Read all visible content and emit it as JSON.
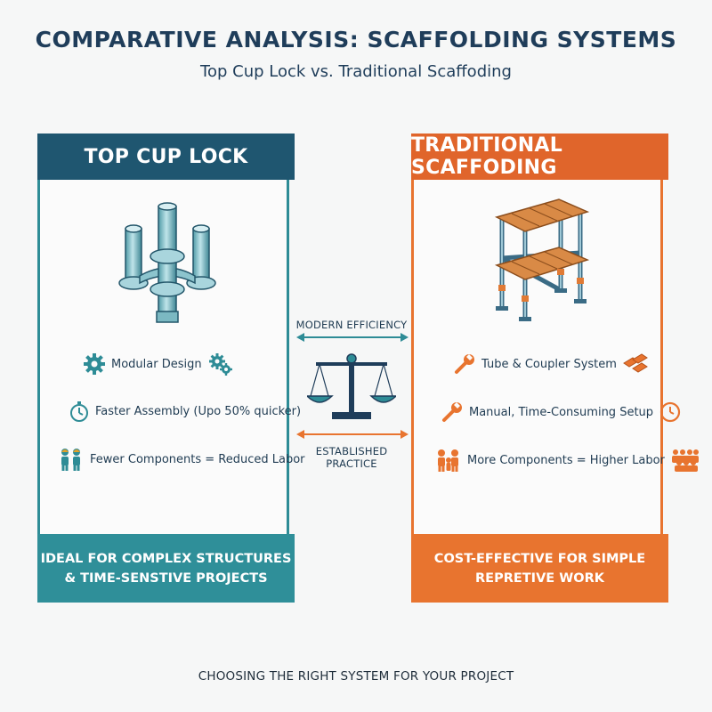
{
  "header": {
    "title": "COMPARATIVE ANALYSIS: SCAFFOLDING SYSTEMS",
    "subtitle": "Top Cup Lock vs. Traditional Scaffoding"
  },
  "left_panel": {
    "title": "TOP CUP LOCK",
    "features": [
      {
        "label": "Modular Design",
        "icon": "gear-icon"
      },
      {
        "label": "Faster Assembly (Upo 50% quicker)",
        "icon": "stopwatch-icon"
      },
      {
        "label": "Fewer Components = Reduced Labor",
        "icon": "workers-icon"
      }
    ],
    "footer_line1": "IDEAL FOR COMPLEX STRUCTURES",
    "footer_line2": "& TIME-SENSTIVE PROJECTS"
  },
  "right_panel": {
    "title": "TRADITIONAL SCAFFODING",
    "features": [
      {
        "label": "Tube & Coupler System",
        "icon": "wrench-icon"
      },
      {
        "label": "Manual, Time-Consuming Setup",
        "icon": "clock-icon"
      },
      {
        "label": "More Components = Higher Labor",
        "icon": "crowd-icon"
      }
    ],
    "footer_line1": "COST-EFFECTIVE FOR SIMPLE",
    "footer_line2": "REPRETIVE WORK"
  },
  "center": {
    "top_label": "MODERN EFFICIENCY",
    "bottom_label": "ESTABLISHED PRACTICE",
    "icon": "balance-scale-icon"
  },
  "footer": {
    "text": "CHOOSING THE RIGHT SYSTEM FOR YOUR PROJECT"
  },
  "colors": {
    "left_accent": "#2e8c96",
    "left_header": "#1f5670",
    "right_accent": "#e8742f",
    "right_header": "#e0652b",
    "text_dark": "#1f3d5a"
  }
}
